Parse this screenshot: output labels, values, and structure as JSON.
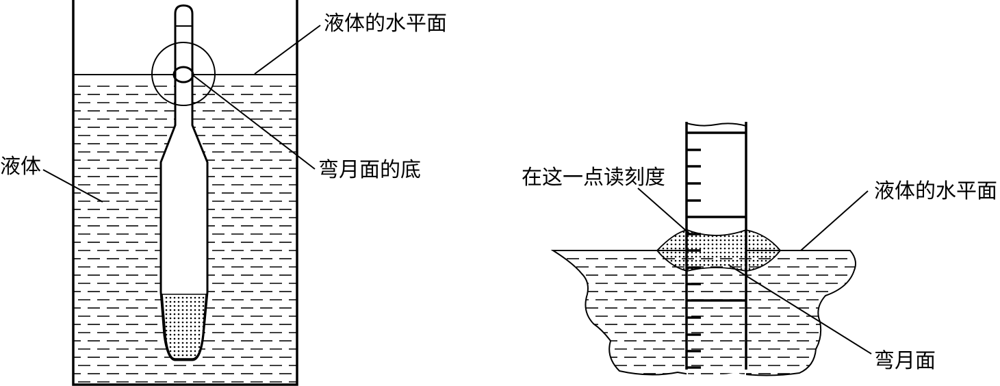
{
  "left_diagram": {
    "label_liquid_surface": "液体的水平面",
    "label_meniscus_bottom": "弯月面的底",
    "label_liquid": "液体"
  },
  "right_diagram": {
    "label_read_here": "在这一点读刻度",
    "label_liquid_surface": "液体的水平面",
    "label_meniscus": "弯月面"
  },
  "colors": {
    "ink": "#000000",
    "background": "#ffffff"
  }
}
